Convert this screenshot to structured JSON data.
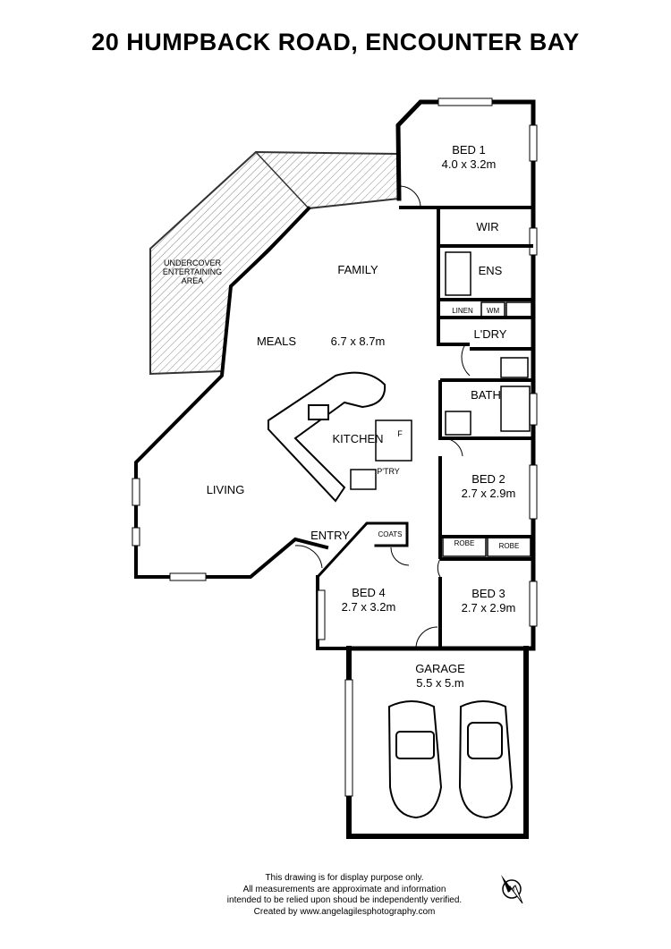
{
  "title": "20 HUMPBACK ROAD, ENCOUNTER BAY",
  "rooms": {
    "bed1": {
      "name": "BED 1",
      "size": "4.0 x 3.2m"
    },
    "wir": {
      "name": "WIR"
    },
    "ens": {
      "name": "ENS"
    },
    "linen": {
      "name": "LINEN"
    },
    "wm": {
      "name": "WM"
    },
    "laundry": {
      "name": "L'DRY"
    },
    "bath": {
      "name": "BATH"
    },
    "family": {
      "name": "FAMILY"
    },
    "meals": {
      "name": "MEALS",
      "size": "6.7 x 8.7m"
    },
    "kitchen": {
      "name": "KITCHEN"
    },
    "fridge": {
      "name": "F"
    },
    "pantry": {
      "name": "P'TRY"
    },
    "living": {
      "name": "LIVING"
    },
    "entry": {
      "name": "ENTRY"
    },
    "coats": {
      "name": "COATS"
    },
    "bed2": {
      "name": "BED 2",
      "size": "2.7 x 2.9m"
    },
    "robe_left": {
      "name": "ROBE"
    },
    "robe_right": {
      "name": "ROBE"
    },
    "bed3": {
      "name": "BED 3",
      "size": "2.7 x 2.9m"
    },
    "bed4": {
      "name": "BED 4",
      "size": "2.7 x 3.2m"
    },
    "garage": {
      "name": "GARAGE",
      "size": "5.5 x 5.m"
    },
    "entertaining": {
      "line1": "UNDERCOVER",
      "line2": "ENTERTAINING",
      "line3": "AREA"
    }
  },
  "compass": {
    "label": "N"
  },
  "disclaimer": [
    "This drawing is for display purpose only.",
    "All measurements are approximate and information",
    "intended to be relied upon shoud be independently verified.",
    "Created by www.angelagilesphotography.com"
  ]
}
